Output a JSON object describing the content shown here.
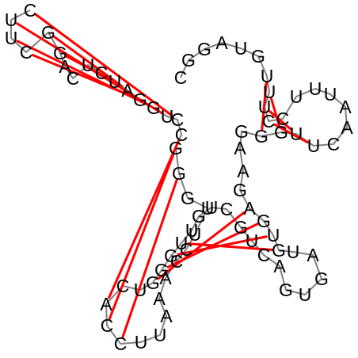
{
  "colors": {
    "backbone": "#808080",
    "pair": "#ff0000",
    "text": "#000000",
    "background": "#ffffff"
  },
  "nucleotides": [
    {
      "id": 1,
      "base": "C"
    },
    {
      "id": 2,
      "base": "G"
    },
    {
      "id": 3,
      "base": "G"
    },
    {
      "id": 4,
      "base": "A"
    },
    {
      "id": 5,
      "base": "U"
    },
    {
      "id": 6,
      "base": "G"
    },
    {
      "id": 7,
      "base": "U"
    },
    {
      "id": 8,
      "base": "U"
    },
    {
      "id": 9,
      "base": "U"
    },
    {
      "id": 10,
      "base": "C"
    },
    {
      "id": 11,
      "base": "C"
    },
    {
      "id": 12,
      "base": "U"
    },
    {
      "id": 13,
      "base": "U"
    },
    {
      "id": 14,
      "base": "U"
    },
    {
      "id": 15,
      "base": "A"
    },
    {
      "id": 16,
      "base": "A"
    },
    {
      "id": 17,
      "base": "C"
    },
    {
      "id": 18,
      "base": "U"
    },
    {
      "id": 19,
      "base": "U"
    },
    {
      "id": 20,
      "base": "G"
    },
    {
      "id": 21,
      "base": "G"
    },
    {
      "id": 22,
      "base": "G"
    },
    {
      "id": 23,
      "base": "A"
    },
    {
      "id": 24,
      "base": "A"
    },
    {
      "id": 25,
      "base": "G"
    },
    {
      "id": 26,
      "base": "A"
    },
    {
      "id": 27,
      "base": "G"
    },
    {
      "id": 28,
      "base": "U"
    },
    {
      "id": 29,
      "base": "G"
    },
    {
      "id": 30,
      "base": "U"
    },
    {
      "id": 31,
      "base": "A"
    },
    {
      "id": 32,
      "base": "G"
    },
    {
      "id": 33,
      "base": "U"
    },
    {
      "id": 34,
      "base": "G"
    },
    {
      "id": 35,
      "base": "A"
    },
    {
      "id": 36,
      "base": "C"
    },
    {
      "id": 37,
      "base": "U"
    },
    {
      "id": 38,
      "base": "G"
    },
    {
      "id": 39,
      "base": "C"
    },
    {
      "id": 40,
      "base": "U"
    },
    {
      "id": 41,
      "base": "G"
    },
    {
      "id": 42,
      "base": "U"
    },
    {
      "id": 43,
      "base": "U"
    },
    {
      "id": 44,
      "base": "G"
    },
    {
      "id": 45,
      "base": "G"
    },
    {
      "id": 46,
      "base": "G"
    },
    {
      "id": 47,
      "base": "U"
    },
    {
      "id": 48,
      "base": "C"
    },
    {
      "id": 49,
      "base": "A"
    },
    {
      "id": 50,
      "base": "C"
    },
    {
      "id": 51,
      "base": "C"
    },
    {
      "id": 52,
      "base": "U"
    },
    {
      "id": 53,
      "base": "U"
    },
    {
      "id": 54,
      "base": "A"
    },
    {
      "id": 55,
      "base": "A"
    },
    {
      "id": 56,
      "base": "A"
    },
    {
      "id": 57,
      "base": "C"
    },
    {
      "id": 58,
      "base": "C"
    },
    {
      "id": 59,
      "base": "U"
    },
    {
      "id": 60,
      "base": "U"
    },
    {
      "id": 61,
      "base": "G"
    },
    {
      "id": 62,
      "base": "G"
    },
    {
      "id": 63,
      "base": "G"
    },
    {
      "id": 64,
      "base": "C"
    },
    {
      "id": 65,
      "base": "C"
    },
    {
      "id": 66,
      "base": "U"
    },
    {
      "id": 67,
      "base": "G"
    },
    {
      "id": 68,
      "base": "G"
    },
    {
      "id": 69,
      "base": "A"
    },
    {
      "id": 70,
      "base": "U"
    },
    {
      "id": 71,
      "base": "C"
    },
    {
      "id": 72,
      "base": "U"
    },
    {
      "id": 73,
      "base": "C"
    },
    {
      "id": 74,
      "base": "A"
    },
    {
      "id": 75,
      "base": "G"
    },
    {
      "id": 76,
      "base": "G"
    },
    {
      "id": 77,
      "base": "C"
    },
    {
      "id": 78,
      "base": "U"
    },
    {
      "id": 79,
      "base": "U"
    },
    {
      "id": 80,
      "base": "C"
    }
  ],
  "pairs": [
    [
      7,
      21
    ],
    [
      8,
      20
    ],
    [
      9,
      19
    ],
    [
      10,
      18
    ],
    [
      26,
      46
    ],
    [
      27,
      45
    ],
    [
      28,
      44
    ],
    [
      29,
      43
    ],
    [
      49,
      64
    ],
    [
      50,
      63
    ],
    [
      51,
      62
    ],
    [
      65,
      80
    ],
    [
      66,
      79
    ],
    [
      67,
      78
    ],
    [
      68,
      77
    ],
    [
      69,
      76
    ],
    [
      70,
      75
    ]
  ]
}
